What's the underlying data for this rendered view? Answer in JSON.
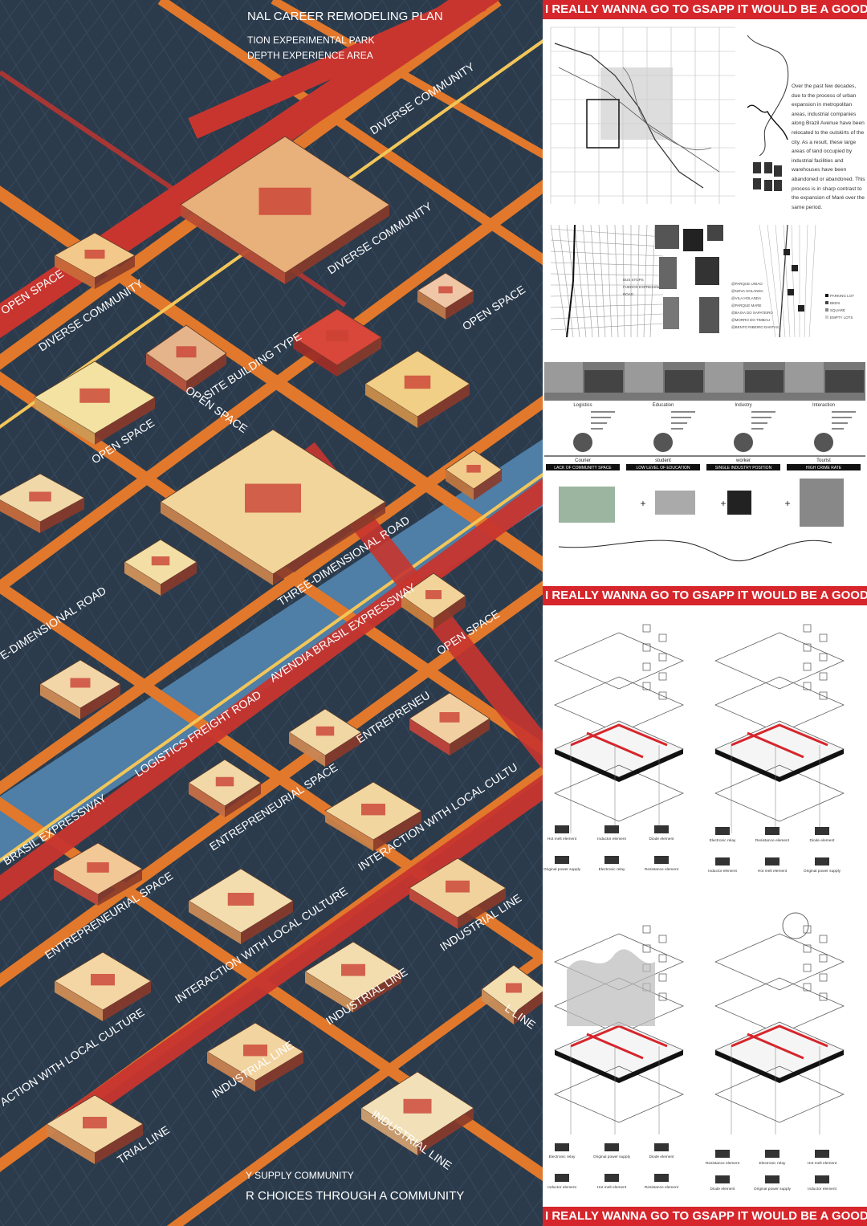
{
  "poster": {
    "title_lines": [
      "NAL  CAREER REMODELING PLAN",
      "TION EXPERIMENTAL PARK",
      "DEPTH  EXPERIENCE  AREA"
    ],
    "bottom_lines": [
      "Y  SUPPLY  COMMUNITY",
      "R CHOICES THROUGH A  COMMUNITY"
    ],
    "street_labels": [
      "DIVERSE COMMUNITY",
      "DIVERSE COMMUNITY",
      "DIVERSE COMMUNITY",
      "OPEN SPACE",
      "OPEN SPACE",
      "OPEN SPACE",
      "OPEN SPACE",
      "OPEN SPACE",
      "SITE BUILDING TYPE",
      "THREE-DIMENSIONAL ROAD",
      "E-DIMENSIONAL ROAD",
      "AVENDIA BRASIL EXPRESSWAY",
      "LOGISTICS  FREIGHT ROAD",
      "ENTREPRENEU",
      "ENTREPRENEURIAL SPACE",
      "ENTREPRENEURIAL SPACE",
      "BRASIL EXPRESSWAY",
      "INTERACTION WITH LOCAL CULTU",
      "INTERACTION WITH LOCAL CULTURE",
      "INDUSTRIAL LINE",
      "INDUSTRIAL LINE",
      "ACTION WITH LOCAL CULTURE",
      "INDUSTRIAL LINE",
      "TRIAL  LINE",
      "INDUSTRIAL  LINE",
      "L LINE"
    ]
  },
  "colors": {
    "ground": "#2b3b4c",
    "orange": "#e2782b",
    "red": "#c8352f",
    "yellow": "#f2c659",
    "blue": "#4f7ea6",
    "banner": "#d6262c"
  },
  "right": {
    "banner_text": "I REALLY WANNA GO TO GSAPP IT WOULD BE A GOOD TRIP",
    "paragraph": "Over the past few decades, due to the process of urban expansion in metropolitan areas, industrial companies along Brazil Avenue have been relocated to the outskirts of the city. As a result, these large areas of land occupied by industrial facilities and warehouses have been abandoned or abandoned.  This process is in sharp contrast to the expansion of Maré over the same period.",
    "map_legends": {
      "left": [
        "BUS STOPS",
        "FUEDOX EXPRESSWAY",
        "ROAD"
      ],
      "middle": [
        "@PARQUE UNIAO",
        "@NOVA HOLANDA",
        "@VILA HOLANDA",
        "@PARQUE MARE",
        "@BAIXA DO SAPATEIRO",
        "@MORRO DO TIMBAU",
        "@BENTO RIBEIRO DANTAS"
      ],
      "right": [
        "PARKING LOT",
        "BEDS",
        "SQUARE",
        "EMPTY LOTS"
      ]
    },
    "categories": [
      "Logistics",
      "Education",
      "Industry",
      "Interaction"
    ],
    "personas": [
      "Courier",
      "student",
      "worker",
      "Tourist"
    ],
    "problems": [
      "LACK OF COMMUNITY SPACE",
      "LOW LEVEL OF EDUCATION",
      "SINGLE INDUSTRY POSITION",
      "HIGH CRIME RATE"
    ],
    "plus": "+",
    "element_labels": {
      "a1": [
        "Hot melt element",
        "Inductor element",
        "Diode element"
      ],
      "a2": [
        "Original power supply",
        "Electronic relay",
        "Resistance element"
      ],
      "b1": [
        "Electronic relay",
        "Resistance element",
        "Diode element"
      ],
      "b2": [
        "Inductor element",
        "Hot melt element",
        "Original power supply"
      ],
      "c1": [
        "Electronic relay",
        "Original power supply",
        "Diode element"
      ],
      "c2": [
        "Inductor element",
        "Hot melt element",
        "Resistance element"
      ],
      "d1": [
        "Resistance element",
        "Electronic relay",
        "Hot melt element"
      ],
      "d2": [
        "Diode element",
        "Original power supply",
        "Inductor element"
      ]
    }
  }
}
